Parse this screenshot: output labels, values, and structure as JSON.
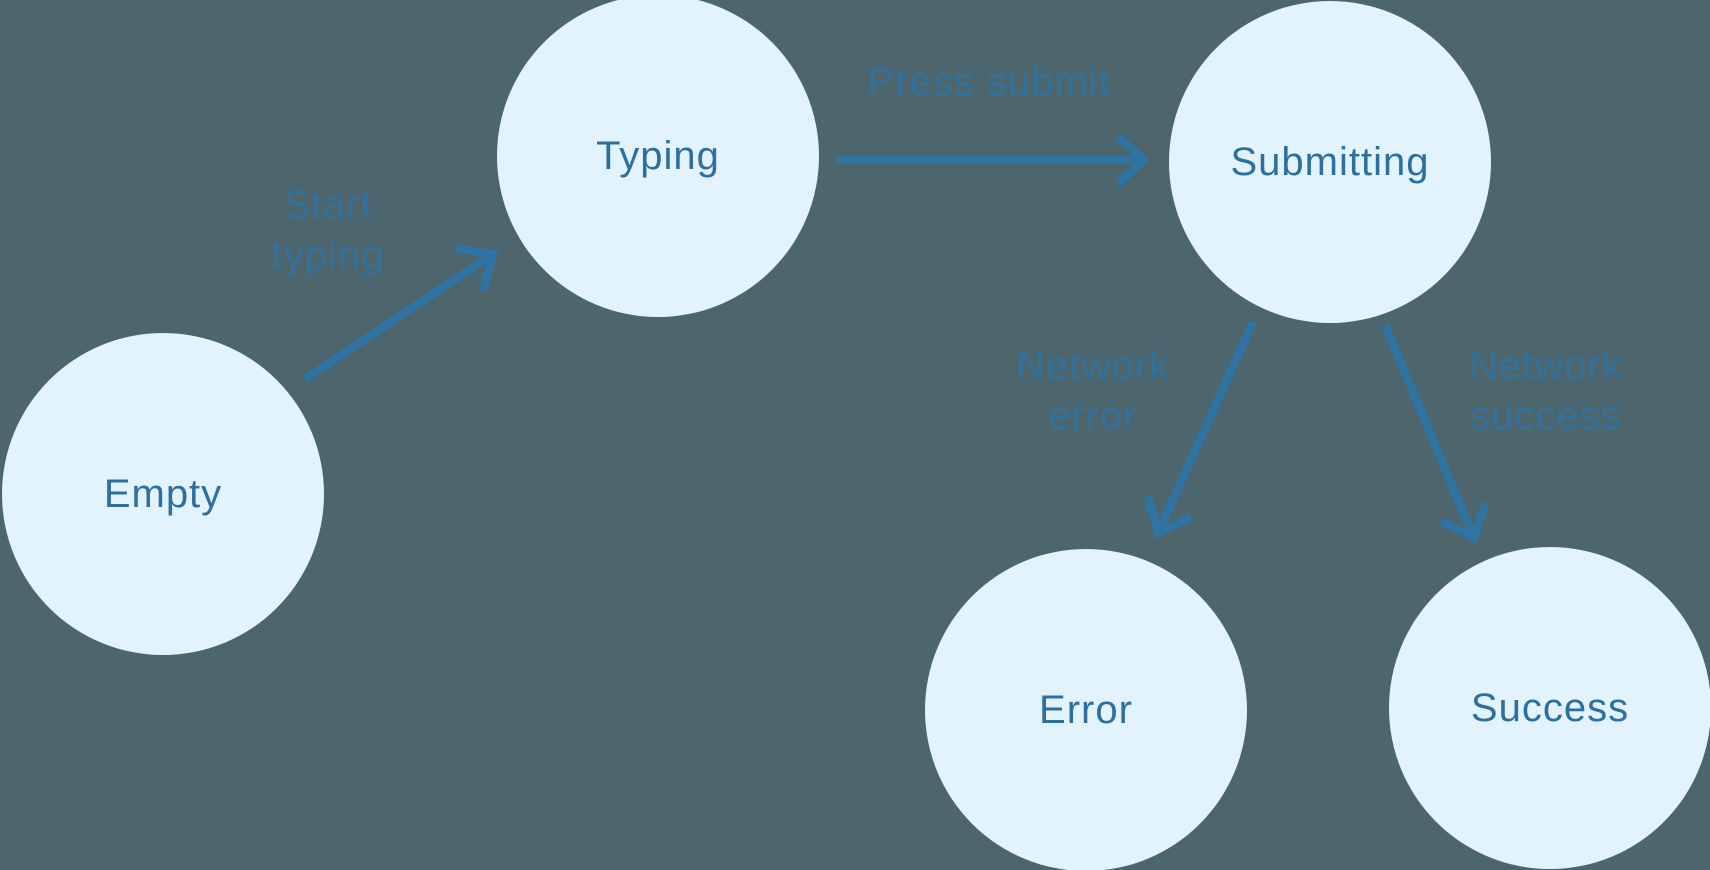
{
  "diagram": {
    "type": "state-machine",
    "states": [
      {
        "id": "empty",
        "label": "Empty"
      },
      {
        "id": "typing",
        "label": "Typing"
      },
      {
        "id": "submitting",
        "label": "Submitting"
      },
      {
        "id": "error",
        "label": "Error"
      },
      {
        "id": "success",
        "label": "Success"
      }
    ],
    "transitions": [
      {
        "id": "start-typing",
        "from": "Empty",
        "to": "Typing",
        "lines": [
          "Start",
          "typing"
        ]
      },
      {
        "id": "press-submit",
        "from": "Typing",
        "to": "Submitting",
        "lines": [
          "Press submit"
        ]
      },
      {
        "id": "network-error",
        "from": "Submitting",
        "to": "Error",
        "lines": [
          "Network",
          "error"
        ]
      },
      {
        "id": "network-success",
        "from": "Submitting",
        "to": "Success",
        "lines": [
          "Network",
          "success"
        ]
      }
    ]
  },
  "colors": {
    "background": "#4D666E",
    "node_fill": "#E3F3FD",
    "node_text": "#2D6F9E",
    "arrow": "#2E74A4",
    "edge_label": "#2E74A4"
  }
}
